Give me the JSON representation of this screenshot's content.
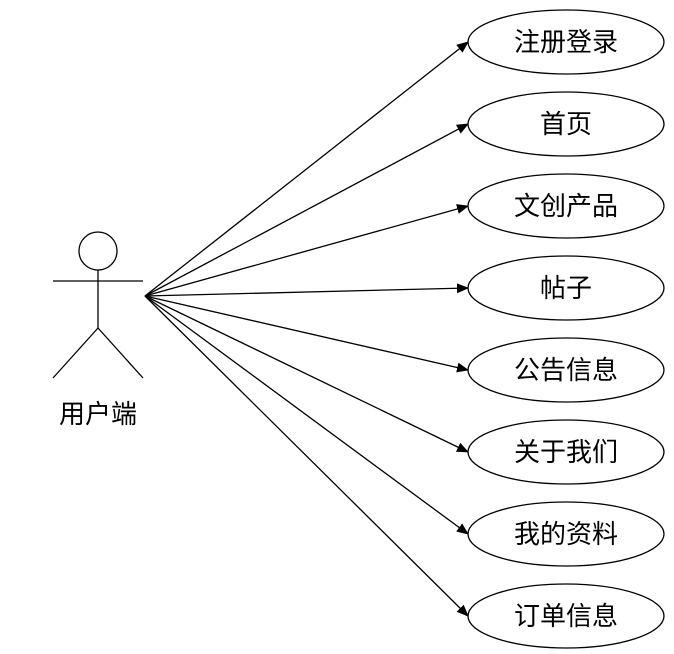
{
  "actor": {
    "label": "用户端"
  },
  "use_cases": [
    {
      "label": "注册登录"
    },
    {
      "label": "首页"
    },
    {
      "label": "文创产品"
    },
    {
      "label": "帖子"
    },
    {
      "label": "公告信息"
    },
    {
      "label": "关于我们"
    },
    {
      "label": "我的资料"
    },
    {
      "label": "订单信息"
    }
  ],
  "colors": {
    "stroke": "#000000",
    "background": "#ffffff"
  }
}
